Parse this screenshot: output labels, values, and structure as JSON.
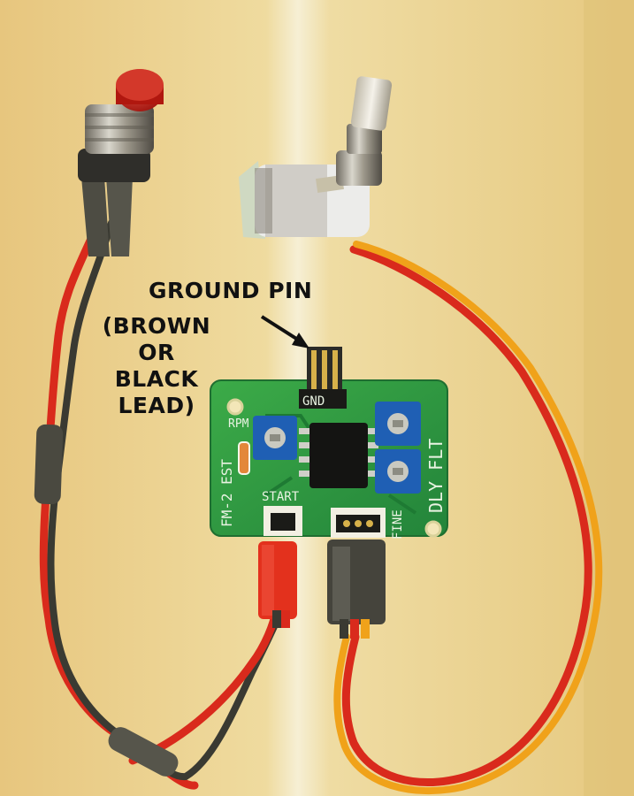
{
  "image": {
    "type": "photograph",
    "subject": "small green circuit board with a red push button, a rotary potentiometer and red/black/orange wire leads on a cream background",
    "colors": {
      "background": "#e9cf8a",
      "background_light": "#f6f0d6",
      "pcb": "#2e9a3c",
      "trimmer": "#1f5fb4",
      "button_cap": "#c5241d",
      "wire_red": "#d92a1c",
      "wire_black": "#3a3a32",
      "wire_orange": "#f0a21a"
    }
  },
  "callout": {
    "title": "GROUND PIN",
    "lines": [
      "(BROWN",
      "OR",
      "BLACK",
      "LEAD)"
    ]
  },
  "board_labels": {
    "gnd": "GND",
    "rpm": "RPM",
    "model": "FM-2 EST",
    "start": "START",
    "fine": "FINE",
    "dly_flt": "DLY FLT"
  }
}
